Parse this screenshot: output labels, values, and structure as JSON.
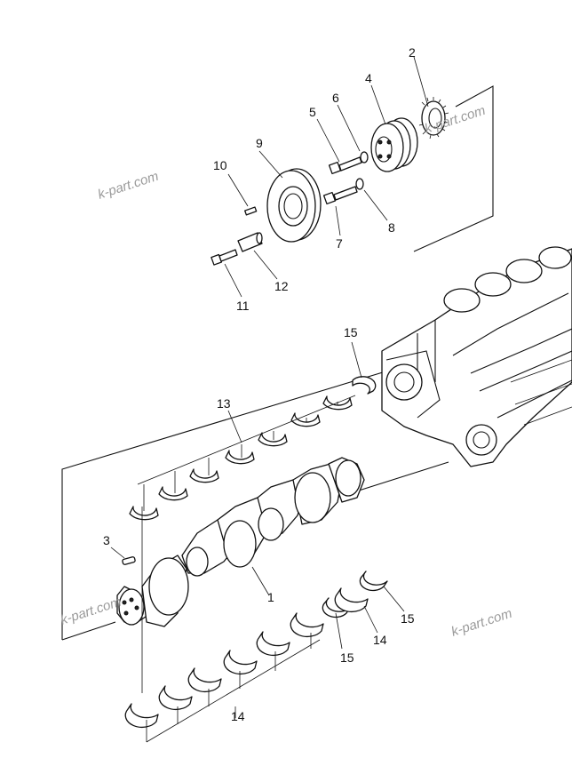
{
  "callouts": {
    "c1": "1",
    "c2": "2",
    "c3": "3",
    "c4": "4",
    "c5": "5",
    "c6": "6",
    "c7": "7",
    "c8": "8",
    "c9": "9",
    "c10": "10",
    "c11": "11",
    "c12": "12",
    "c13": "13",
    "c14a": "14",
    "c14b": "14",
    "c15a": "15",
    "c15b": "15",
    "c15c": "15"
  },
  "watermarks": [
    "k-part.com",
    "k-part.com",
    "k-part.com",
    "k-part.com"
  ],
  "colors": {
    "ink": "#111111",
    "paper": "#ffffff",
    "watermark": "#9a9a9a"
  }
}
